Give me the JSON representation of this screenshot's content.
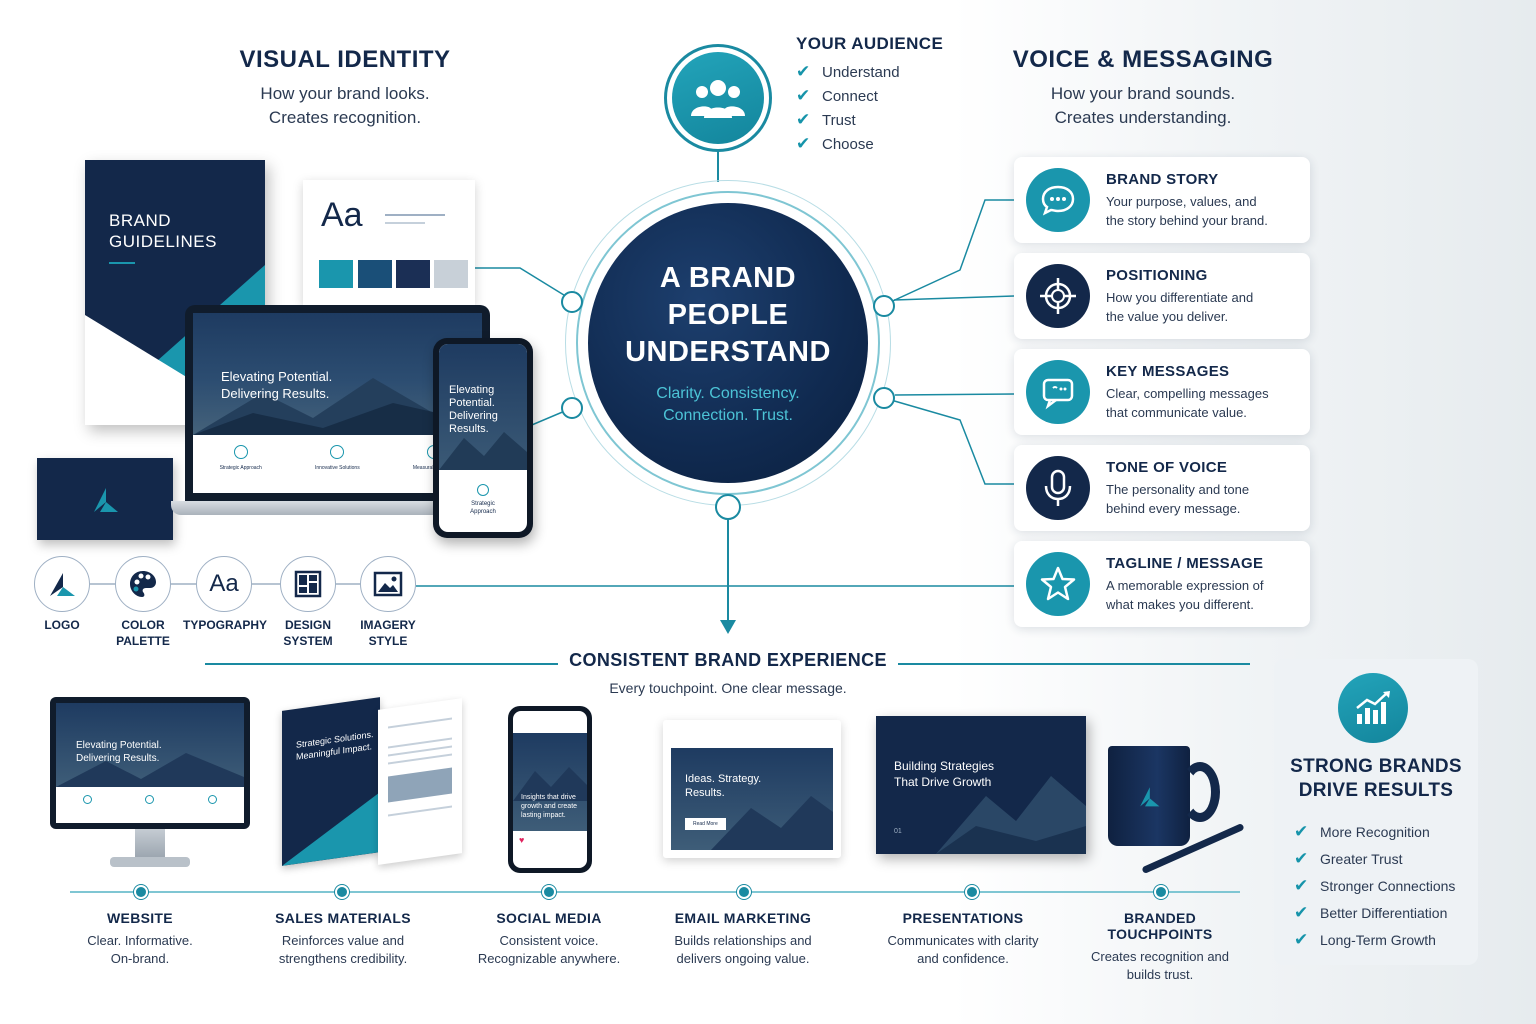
{
  "visual_identity": {
    "title": "VISUAL IDENTITY",
    "sub1": "How your brand looks.",
    "sub2": "Creates recognition."
  },
  "voice_messaging": {
    "title": "VOICE & MESSAGING",
    "sub1": "How your brand sounds.",
    "sub2": "Creates understanding."
  },
  "audience": {
    "title": "YOUR AUDIENCE",
    "items": [
      "Understand",
      "Connect",
      "Trust",
      "Choose"
    ]
  },
  "center": {
    "line1": "A BRAND",
    "line2": "PEOPLE",
    "line3": "UNDERSTAND",
    "sub1": "Clarity. Consistency.",
    "sub2": "Connection. Trust."
  },
  "mockups": {
    "guidelines_line1": "BRAND",
    "guidelines_line2": "GUIDELINES",
    "typeface": "Aa",
    "hero_line1": "Elevating Potential.",
    "hero_line2": "Delivering Results.",
    "feature1": "Strategic Approach",
    "feature2": "Innovative Solutions",
    "feature3": "Measurable Impact",
    "phone_l1": "Elevating",
    "phone_l2": "Potential.",
    "phone_l3": "Delivering",
    "phone_l4": "Results.",
    "phone_f1": "Strategic",
    "phone_f2": "Approach",
    "brochure_l1": "Strategic Solutions.",
    "brochure_l2": "Meaningful Impact.",
    "social_l1": "Insights that drive",
    "social_l2": "growth and create",
    "social_l3": "lasting impact.",
    "email_l1": "Ideas. Strategy.",
    "email_l2": "Results.",
    "email_btn": "Read More",
    "pres_l1": "Building Strategies",
    "pres_l2": "That Drive Growth",
    "pres_num": "01"
  },
  "palette": [
    "#1a96ad",
    "#1a4f78",
    "#1b2f55",
    "#c8d0d8"
  ],
  "voice_cards": [
    {
      "title": "BRAND STORY",
      "d1": "Your purpose, values, and",
      "d2": "the story behind your brand.",
      "icon": "chat-bubble-icon"
    },
    {
      "title": "POSITIONING",
      "d1": "How you differentiate and",
      "d2": "the value you deliver.",
      "icon": "target-icon"
    },
    {
      "title": "KEY MESSAGES",
      "d1": "Clear, compelling messages",
      "d2": "that communicate value.",
      "icon": "message-icon"
    },
    {
      "title": "TONE OF VOICE",
      "d1": "The personality and tone",
      "d2": "behind every message.",
      "icon": "microphone-icon"
    },
    {
      "title": "TAGLINE / MESSAGE",
      "d1": "A memorable expression of",
      "d2": "what makes you different.",
      "icon": "star-icon"
    }
  ],
  "identity_elements": [
    {
      "l1": "LOGO",
      "l2": "",
      "icon": "logo-icon"
    },
    {
      "l1": "COLOR",
      "l2": "PALETTE",
      "icon": "palette-icon"
    },
    {
      "l1": "TYPOGRAPHY",
      "l2": "",
      "icon": "typography-icon"
    },
    {
      "l1": "DESIGN",
      "l2": "SYSTEM",
      "icon": "layout-icon"
    },
    {
      "l1": "IMAGERY",
      "l2": "STYLE",
      "icon": "image-icon"
    }
  ],
  "experience": {
    "title": "CONSISTENT BRAND EXPERIENCE",
    "sub": "Every touchpoint. One clear message."
  },
  "touchpoints": [
    {
      "title": "WEBSITE",
      "d1": "Clear. Informative.",
      "d2": "On-brand."
    },
    {
      "title": "SALES MATERIALS",
      "d1": "Reinforces value and",
      "d2": "strengthens credibility."
    },
    {
      "title": "SOCIAL MEDIA",
      "d1": "Consistent voice.",
      "d2": "Recognizable anywhere."
    },
    {
      "title": "EMAIL MARKETING",
      "d1": "Builds relationships and",
      "d2": "delivers ongoing value."
    },
    {
      "title": "PRESENTATIONS",
      "d1": "Communicates with clarity",
      "d2": "and confidence."
    },
    {
      "title": "BRANDED TOUCHPOINTS",
      "d1": "Creates recognition and",
      "d2": "builds trust."
    }
  ],
  "results": {
    "title1": "STRONG BRANDS",
    "title2": "DRIVE RESULTS",
    "items": [
      "More Recognition",
      "Greater Trust",
      "Stronger Connections",
      "Better Differentiation",
      "Long-Term Growth"
    ]
  }
}
